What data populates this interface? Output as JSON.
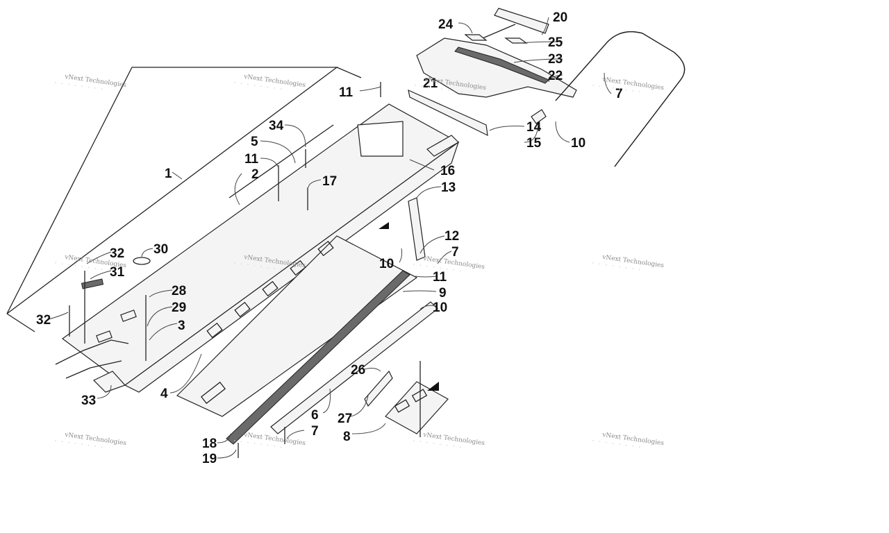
{
  "diagram": {
    "type": "exploded-parts-diagram",
    "watermark_text": "vNext Technologies",
    "callouts": [
      {
        "id": "c1",
        "label": "1"
      },
      {
        "id": "c2",
        "label": "2"
      },
      {
        "id": "c3",
        "label": "3"
      },
      {
        "id": "c4",
        "label": "4"
      },
      {
        "id": "c5",
        "label": "5"
      },
      {
        "id": "c6",
        "label": "6"
      },
      {
        "id": "c7a",
        "label": "7"
      },
      {
        "id": "c7b",
        "label": "7"
      },
      {
        "id": "c7c",
        "label": "7"
      },
      {
        "id": "c8",
        "label": "8"
      },
      {
        "id": "c9",
        "label": "9"
      },
      {
        "id": "c10a",
        "label": "10"
      },
      {
        "id": "c10b",
        "label": "10"
      },
      {
        "id": "c10c",
        "label": "10"
      },
      {
        "id": "c11a",
        "label": "11"
      },
      {
        "id": "c11b",
        "label": "11"
      },
      {
        "id": "c11c",
        "label": "11"
      },
      {
        "id": "c12",
        "label": "12"
      },
      {
        "id": "c13",
        "label": "13"
      },
      {
        "id": "c14",
        "label": "14"
      },
      {
        "id": "c15",
        "label": "15"
      },
      {
        "id": "c16",
        "label": "16"
      },
      {
        "id": "c17",
        "label": "17"
      },
      {
        "id": "c18",
        "label": "18"
      },
      {
        "id": "c19",
        "label": "19"
      },
      {
        "id": "c20",
        "label": "20"
      },
      {
        "id": "c21",
        "label": "21"
      },
      {
        "id": "c22",
        "label": "22"
      },
      {
        "id": "c23",
        "label": "23"
      },
      {
        "id": "c24",
        "label": "24"
      },
      {
        "id": "c25",
        "label": "25"
      },
      {
        "id": "c26",
        "label": "26"
      },
      {
        "id": "c27",
        "label": "27"
      },
      {
        "id": "c28",
        "label": "28"
      },
      {
        "id": "c29",
        "label": "29"
      },
      {
        "id": "c30",
        "label": "30"
      },
      {
        "id": "c31",
        "label": "31"
      },
      {
        "id": "c32a",
        "label": "32"
      },
      {
        "id": "c32b",
        "label": "32"
      },
      {
        "id": "c33",
        "label": "33"
      },
      {
        "id": "c34",
        "label": "34"
      }
    ]
  }
}
